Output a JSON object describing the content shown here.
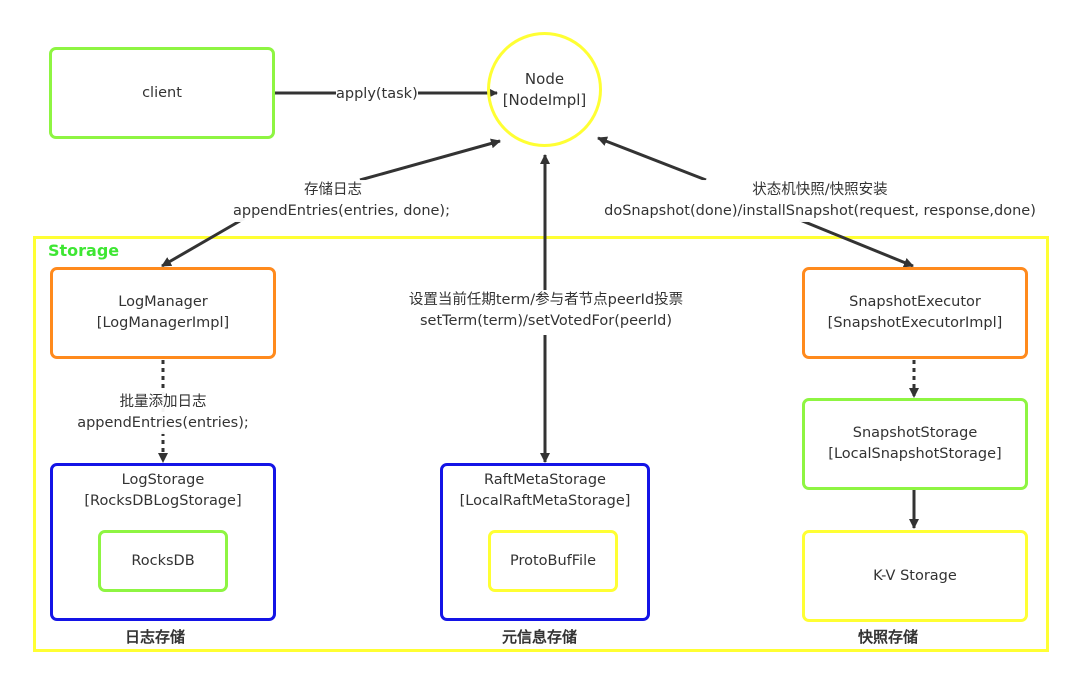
{
  "nodes": {
    "client": {
      "label": "client"
    },
    "node": {
      "line1": "Node",
      "line2": "[NodeImpl]"
    },
    "log_manager": {
      "line1": "LogManager",
      "line2": "[LogManagerImpl]"
    },
    "log_storage": {
      "line1": "LogStorage",
      "line2": "[RocksDBLogStorage]",
      "inner": "RocksDB"
    },
    "raft_meta_storage": {
      "line1": "RaftMetaStorage",
      "line2": "[LocalRaftMetaStorage]",
      "inner": "ProtoBufFile"
    },
    "snapshot_executor": {
      "line1": "SnapshotExecutor",
      "line2": "[SnapshotExecutorImpl]"
    },
    "snapshot_storage": {
      "line1": "SnapshotStorage",
      "line2": "[LocalSnapshotStorage]"
    },
    "kv_storage": {
      "label": "K-V Storage"
    }
  },
  "container": {
    "title": "Storage"
  },
  "edges": {
    "apply": {
      "label": "apply(task)"
    },
    "append_entries": {
      "line1": "存储日志",
      "line2": "appendEntries(entries, done);"
    },
    "meta": {
      "line1": "设置当前任期term/参与者节点peerId投票",
      "line2": "setTerm(term)/setVotedFor(peerId)"
    },
    "snapshot": {
      "line1": "状态机快照/快照安装",
      "line2": "doSnapshot(done)/installSnapshot(request, response,done)"
    },
    "batch_append": {
      "line1": "批量添加日志",
      "line2": "appendEntries(entries);"
    }
  },
  "captions": {
    "log": "日志存储",
    "meta": "元信息存储",
    "snapshot": "快照存储"
  },
  "colors": {
    "green": "#8ef542",
    "orange": "#ff8a1d",
    "blue": "#1414e6",
    "yellow": "#ffff33",
    "storage_title": "#3ee633",
    "arrow": "#333333"
  }
}
